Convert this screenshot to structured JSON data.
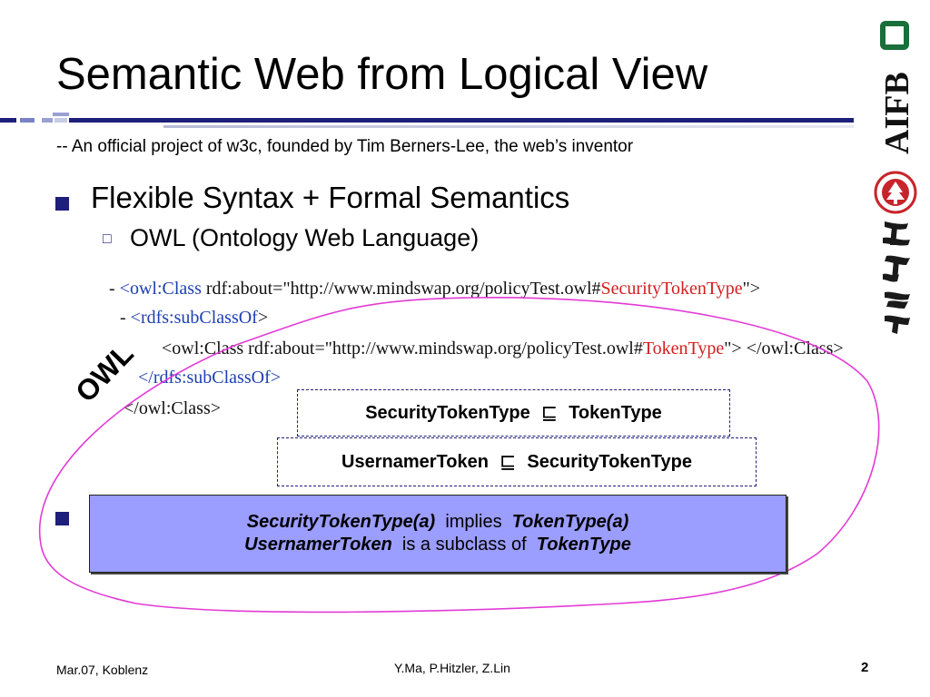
{
  "slide": {
    "title": "Semantic Web from Logical View",
    "subtitle": "-- An official project of w3c, founded by Tim Berners-Lee, the web’s inventor",
    "bullet1": "Flexible Syntax + Formal Semantics",
    "sub_marker": "□",
    "sub_bullet": "OWL (Ontology Web Language)",
    "owl_label": "OWL"
  },
  "code": {
    "line1": {
      "prefix": "- ",
      "tag": "<owl:Class",
      "mid": " rdf:about=\"http://www.mindswap.org/policyTest.owl#",
      "value": "SecurityTokenType",
      "suffix": "\">"
    },
    "line2": {
      "prefix": "- ",
      "tag": "<rdfs:subClassOf",
      "suffix": ">"
    },
    "line3": {
      "prefix": "<owl:Class rdf:about=\"http://www.mindswap.org/policyTest.owl#",
      "value": "TokenType",
      "suffix": "\"> </owl:Class>"
    },
    "line4": "</rdfs:subClassOf>",
    "line5": "</owl:Class>"
  },
  "axioms": {
    "a1_left": "SecurityTokenType",
    "a1_symbol": "⊑",
    "a1_right": "TokenType",
    "a2_left": "UsernamerToken",
    "a2_symbol": "⊑",
    "a2_right": "SecurityTokenType"
  },
  "inference": {
    "line1_a": "SecurityTokenType(a)",
    "line1_b": "implies",
    "line1_c": "TokenType(a)",
    "line2_a": "UsernamerToken",
    "line2_b": "is a subclass of",
    "line2_c": "TokenType"
  },
  "logos": {
    "aifb_text": "AIFB"
  },
  "footer": {
    "left": "Mar.07, Koblenz",
    "center": "Y.Ma, P.Hitzler, Z.Lin",
    "page": "2"
  },
  "colors": {
    "accent": "#1d1f7a",
    "highlight_red": "#d21f1f",
    "ellipse": "#e23bd6",
    "inference_bg": "#9b9dff",
    "logo_green": "#1a6e3a",
    "seal_red": "#c8242b"
  }
}
